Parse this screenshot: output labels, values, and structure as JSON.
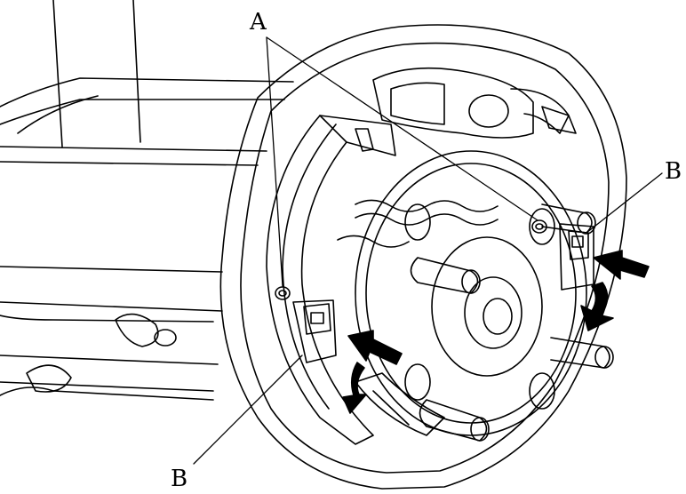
{
  "labels": {
    "a": "A",
    "b_right": "B",
    "b_left": "B"
  },
  "colors": {
    "line": "#000000",
    "background": "#ffffff",
    "arrow_fill": "#000000"
  }
}
